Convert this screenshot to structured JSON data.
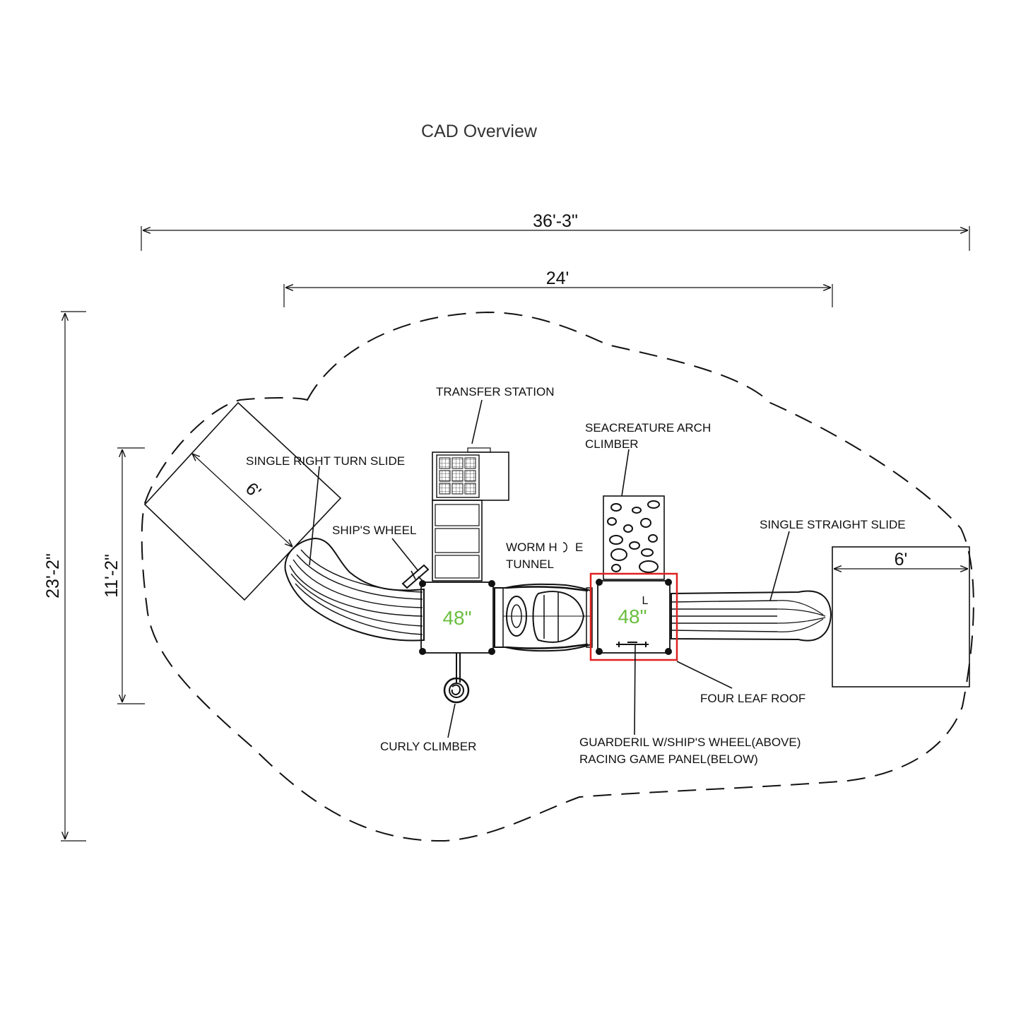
{
  "title": "CAD Overview",
  "dimensions": {
    "overall_width": "36'-3\"",
    "inner_width": "24'",
    "overall_height": "23'-2\"",
    "inner_height": "11'-2\"",
    "left_slide_runout": "6'",
    "right_slide_runout": "6'"
  },
  "components": {
    "transfer_station": "TRANSFER STATION",
    "seacreature_arch_climber_line1": "SEACREATURE ARCH",
    "seacreature_arch_climber_line2": "CLIMBER",
    "single_right_turn_slide": "SINGLE RIGHT TURN SLIDE",
    "ships_wheel": "SHIP'S WHEEL",
    "worm_hole_tunnel_line1": "WORM H",
    "worm_hole_tunnel_line1b": "E",
    "worm_hole_tunnel_line2": "TUNNEL",
    "single_straight_slide": "SINGLE STRAIGHT SLIDE",
    "four_leaf_roof": "FOUR LEAF ROOF",
    "curly_climber": "CURLY CLIMBER",
    "guardrail_line1": "GUARDERIL W/SHIP'S WHEEL(ABOVE)",
    "guardrail_line2": "RACING GAME PANEL(BELOW)"
  },
  "decks": [
    {
      "height_label": "48\"",
      "highlighted": false
    },
    {
      "height_label": "48\"",
      "highlighted": true,
      "mark": "L"
    }
  ],
  "colors": {
    "deck_label": "#6abf3f",
    "highlight": "#e02020",
    "line": "#111111"
  }
}
